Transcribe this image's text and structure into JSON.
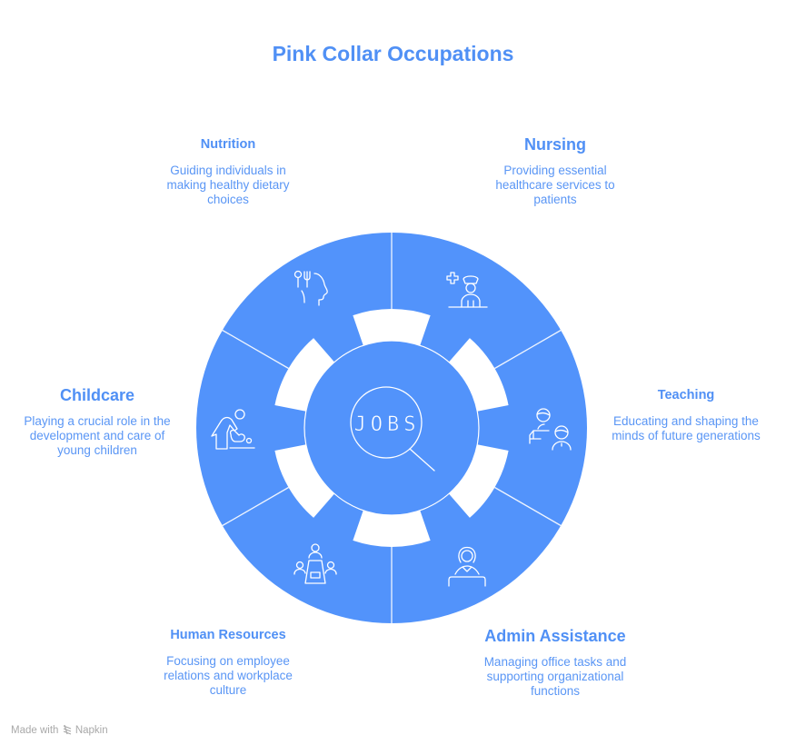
{
  "title": "Pink Collar Occupations",
  "center": {
    "text": "JOBS",
    "icon": "magnifying-glass-icon"
  },
  "colors": {
    "accent": "#5090f5",
    "wheel": "#5293fb",
    "line": "#ffffff",
    "footer": "#a9a9a9"
  },
  "segments": [
    {
      "id": "nutrition",
      "title": "Nutrition",
      "description": "Guiding individuals in making healthy dietary choices",
      "icon": "nutrition-icon"
    },
    {
      "id": "nursing",
      "title": "Nursing",
      "description": "Providing essential healthcare services to patients",
      "icon": "nurse-icon"
    },
    {
      "id": "teaching",
      "title": "Teaching",
      "description": "Educating and shaping the minds of future generations",
      "icon": "teacher-icon"
    },
    {
      "id": "admin",
      "title": "Admin Assistance",
      "description": "Managing office tasks and supporting organizational functions",
      "icon": "receptionist-icon"
    },
    {
      "id": "hr",
      "title": "Human Resources",
      "description": "Focusing on employee relations and workplace culture",
      "icon": "meeting-icon"
    },
    {
      "id": "childcare",
      "title": "Childcare",
      "description": "Playing a crucial role in the development and care of young children",
      "icon": "childcare-icon"
    }
  ],
  "footer": {
    "text": "Made with",
    "brand": "Napkin"
  }
}
